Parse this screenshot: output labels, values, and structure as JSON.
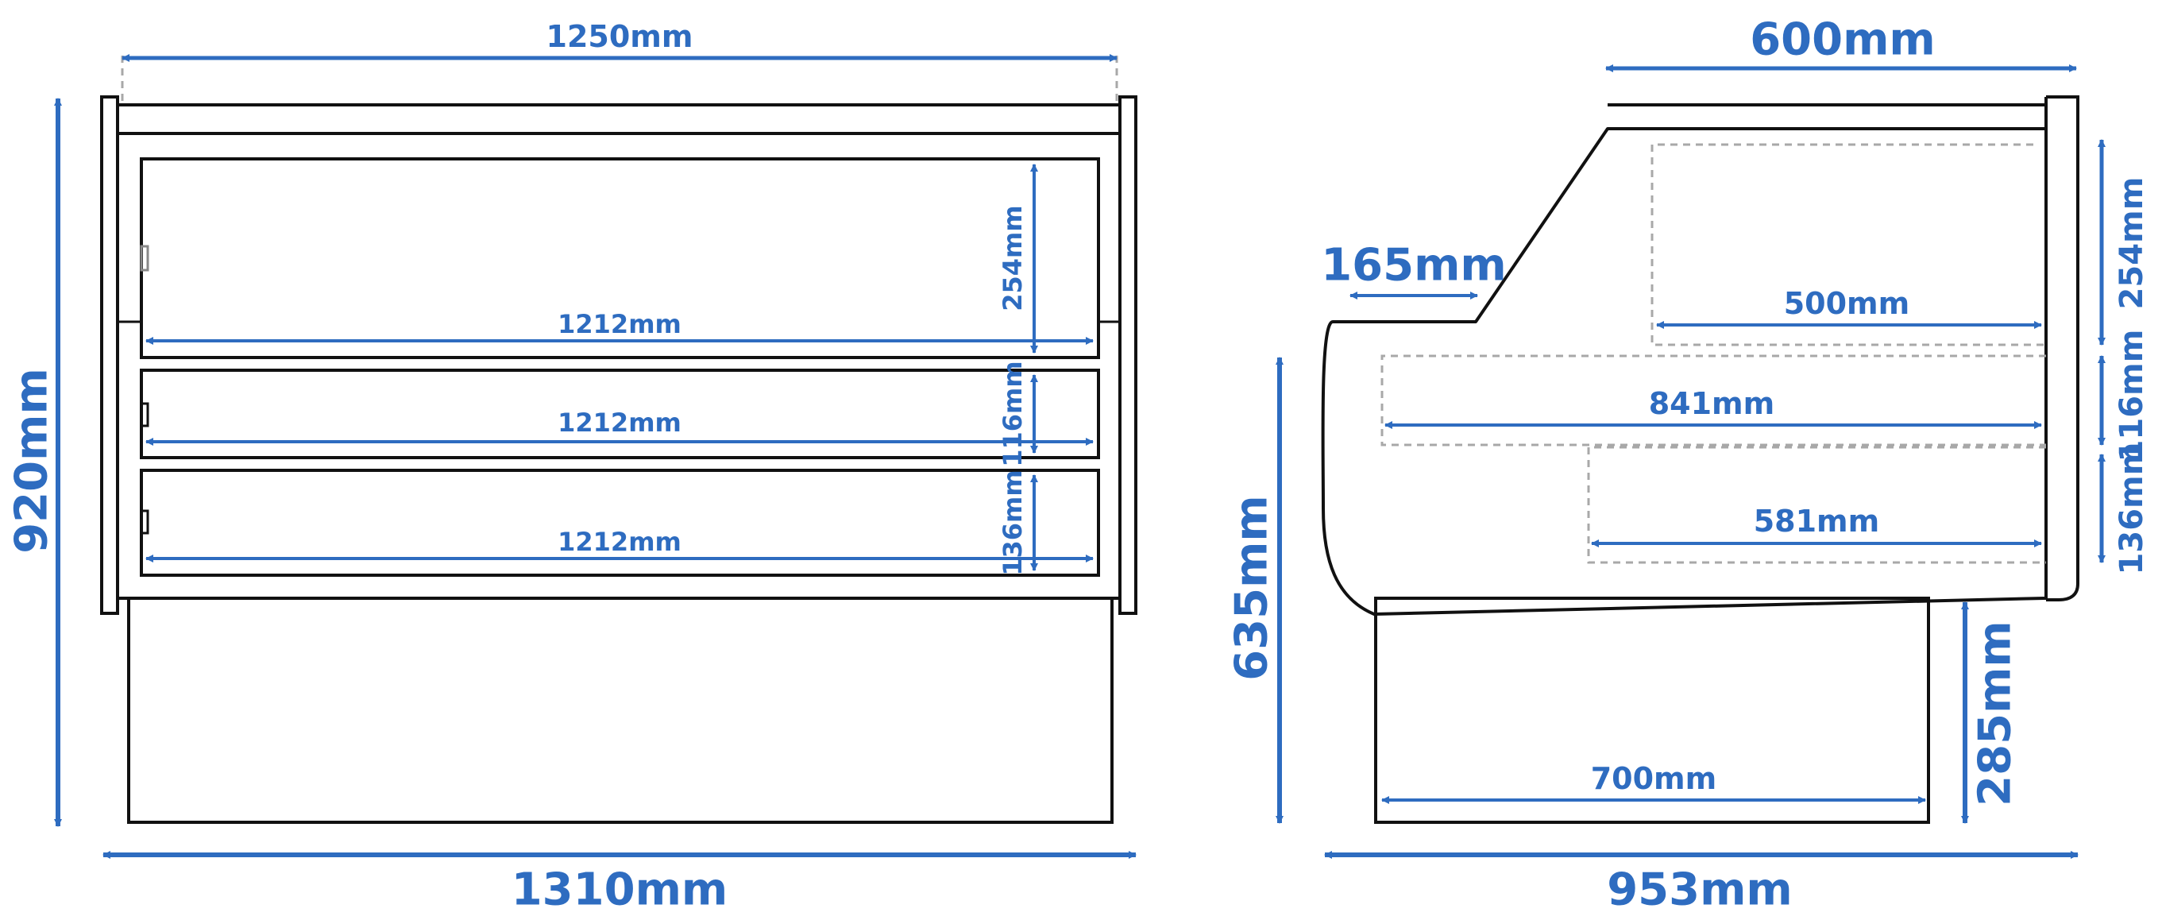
{
  "colors": {
    "dimension": "#2e6cc0",
    "outline": "#111111",
    "hidden": "#a8a8a8",
    "background": "#ffffff"
  },
  "front_view": {
    "overall_width": "1310mm",
    "top_width": "1250mm",
    "overall_height": "920mm",
    "shelf_top_width": "1212mm",
    "shelf_top_height": "254mm",
    "shelf_middle_width": "1212mm",
    "shelf_middle_height": "116mm",
    "shelf_bottom_width": "1212mm",
    "shelf_bottom_height": "136mm"
  },
  "side_view": {
    "top_depth": "600mm",
    "front_ledge": "165mm",
    "upper_shelf_depth": "500mm",
    "middle_shelf_depth": "841mm",
    "lower_shelf_depth": "581mm",
    "base_depth": "700mm",
    "overall_depth": "953mm",
    "cabinet_height": "635mm",
    "base_height": "285mm",
    "upper_height": "254mm",
    "middle_height": "116mm",
    "lower_height": "136mm"
  }
}
